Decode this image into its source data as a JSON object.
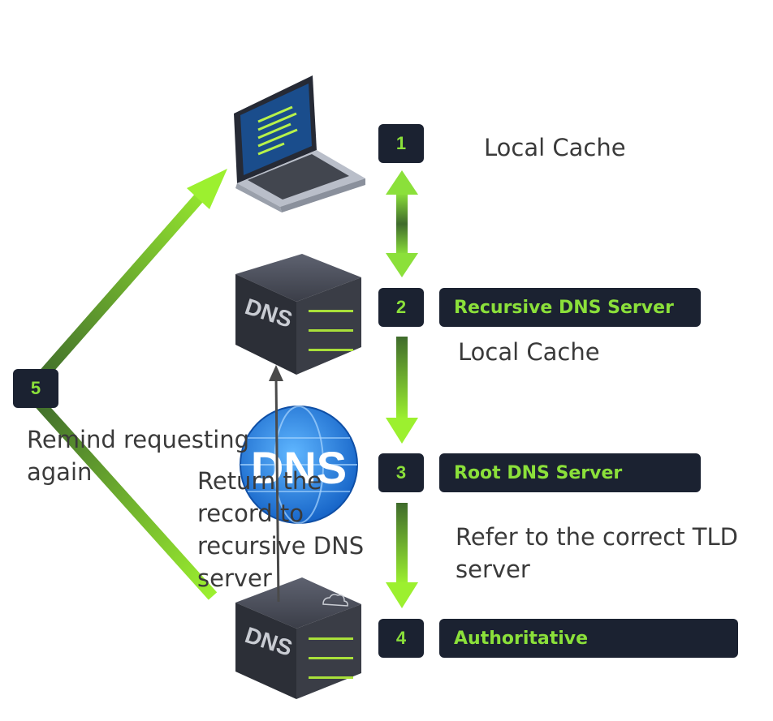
{
  "steps": [
    {
      "number": "1",
      "title": "",
      "note": "Local Cache"
    },
    {
      "number": "2",
      "title": "Recursive DNS Server",
      "note": "Local Cache"
    },
    {
      "number": "3",
      "title": "Root DNS Server",
      "note": "Refer to the correct TLD server"
    },
    {
      "number": "4",
      "title": "Authoritative",
      "note": ""
    },
    {
      "number": "5",
      "title": "",
      "note": "Remind requesting again"
    }
  ],
  "return_note": "Return the record to recursive DNS server",
  "icons": {
    "dns_label": "DNS",
    "names": [
      "laptop-icon",
      "dns-server-icon",
      "dns-globe-icon",
      "authoritative-dns-server-icon",
      "cloud-icon"
    ]
  },
  "colors": {
    "badge_bg": "#1b2231",
    "accent_green": "#8be03a",
    "dark_green": "#3f6b2c",
    "text_gray": "#3a3a3a"
  }
}
